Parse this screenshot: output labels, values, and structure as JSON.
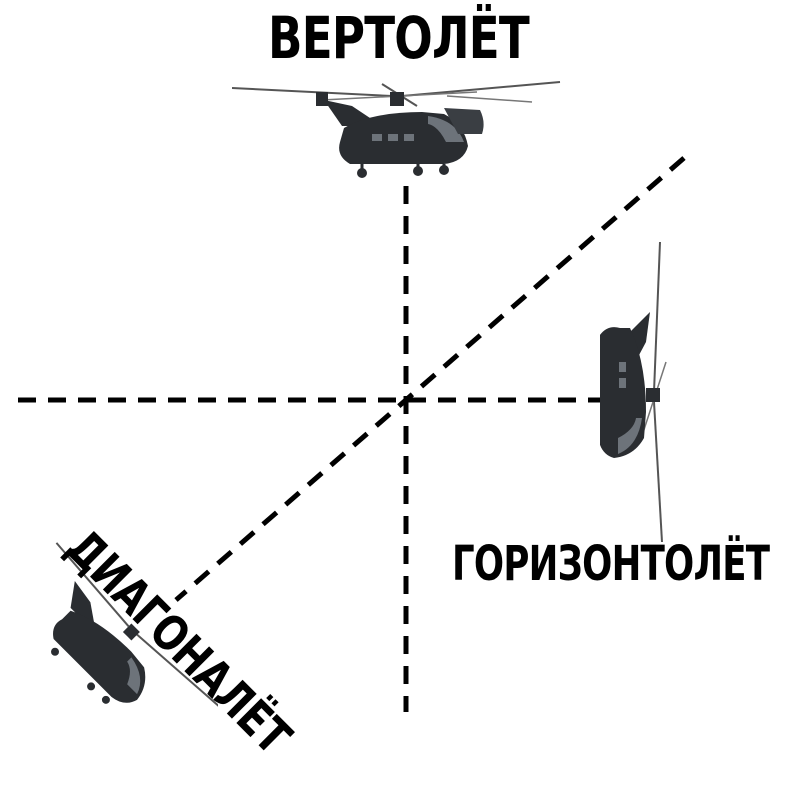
{
  "labels": {
    "vertical": "ВЕРТОЛЁТ",
    "horizontal": "ГОРИЗОНТОЛЁТ",
    "diagonal": "ДИАГОНАЛЁТ"
  },
  "colors": {
    "background": "#ffffff",
    "ink": "#000000",
    "helicopter_body": "#2a2d31",
    "helicopter_highlight": "#6d737a"
  },
  "icons": {
    "top": "helicopter-icon",
    "right": "helicopter-icon",
    "diagonal": "helicopter-icon"
  }
}
